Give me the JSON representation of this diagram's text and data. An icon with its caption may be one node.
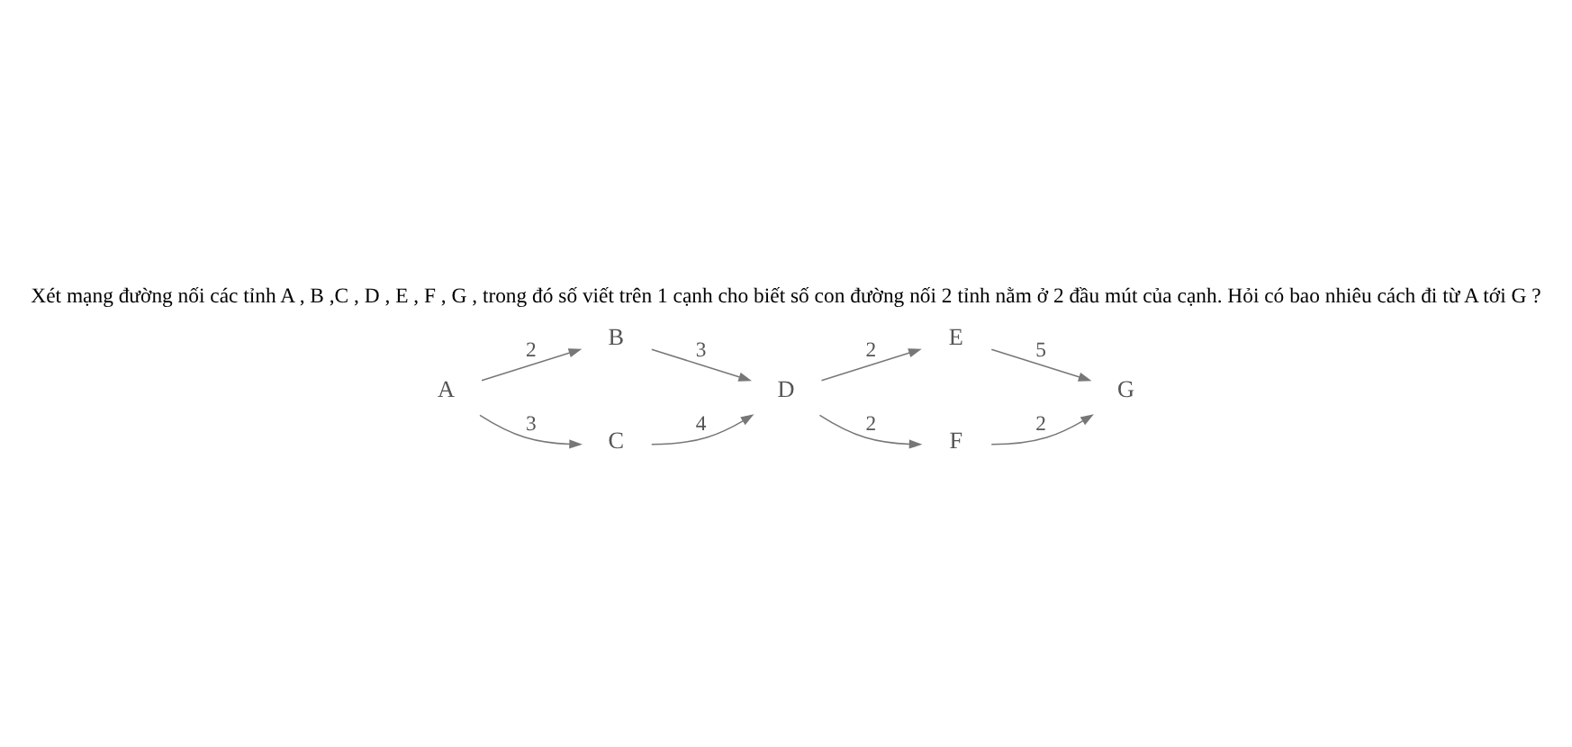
{
  "diagram": {
    "title": "Xét mạng đường nối các tỉnh A , B ,C , D , E , F , G , trong đó số viết trên 1 cạnh cho biết số con đường nối 2 tỉnh nằm ở 2 đầu mút của cạnh. Hỏi có bao nhiêu cách đi từ A tới G ?",
    "nodes": [
      {
        "text": [
          "A"
        ]
      },
      {
        "text": [
          "B"
        ]
      },
      {
        "text": [
          "C"
        ]
      },
      {
        "text": [
          "D"
        ]
      },
      {
        "text": [
          "E"
        ]
      },
      {
        "text": [
          "F"
        ]
      },
      {
        "text": [
          "G"
        ]
      }
    ],
    "edges": [
      {
        "from": 0,
        "to": 1,
        "arrow": "to",
        "label": "2"
      },
      {
        "from": 1,
        "to": 3,
        "arrow": "to",
        "label": "3"
      },
      {
        "from": 0,
        "to": 2,
        "arrow": "to",
        "label": "3"
      },
      {
        "from": 2,
        "to": 3,
        "arrow": "to",
        "label": "4"
      },
      {
        "from": 3,
        "to": 4,
        "arrow": "to",
        "label": "2"
      },
      {
        "from": 4,
        "to": 6,
        "arrow": "to",
        "label": "5"
      },
      {
        "from": 3,
        "to": 5,
        "arrow": "to",
        "label": "2"
      },
      {
        "from": 5,
        "to": 6,
        "arrow": "to",
        "label": "2"
      }
    ]
  }
}
